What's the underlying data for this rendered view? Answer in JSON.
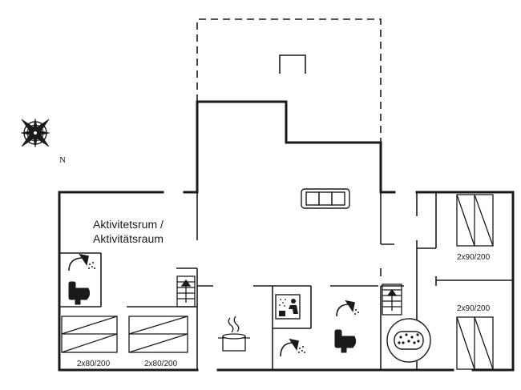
{
  "compass": {
    "north_label": "N",
    "icon": "compass-rose-icon"
  },
  "rooms": {
    "activity_room_line1": "Aktivitetsrum /",
    "activity_room_line2": "Aktivitätsraum"
  },
  "beds": [
    {
      "label": "2x80/200"
    },
    {
      "label": "2x80/200"
    },
    {
      "label": "2x90/200"
    },
    {
      "label": "2x90/200"
    }
  ],
  "fixtures": [
    "sofa-icon",
    "stairs-icon",
    "stairs-icon",
    "shower-icon",
    "shower-icon",
    "shower-icon",
    "toilet-icon",
    "toilet-icon",
    "sauna-icon",
    "cooking-pot-icon",
    "whirlpool-icon"
  ],
  "colors": {
    "wall": "#1a1a1a",
    "background": "#ffffff"
  }
}
